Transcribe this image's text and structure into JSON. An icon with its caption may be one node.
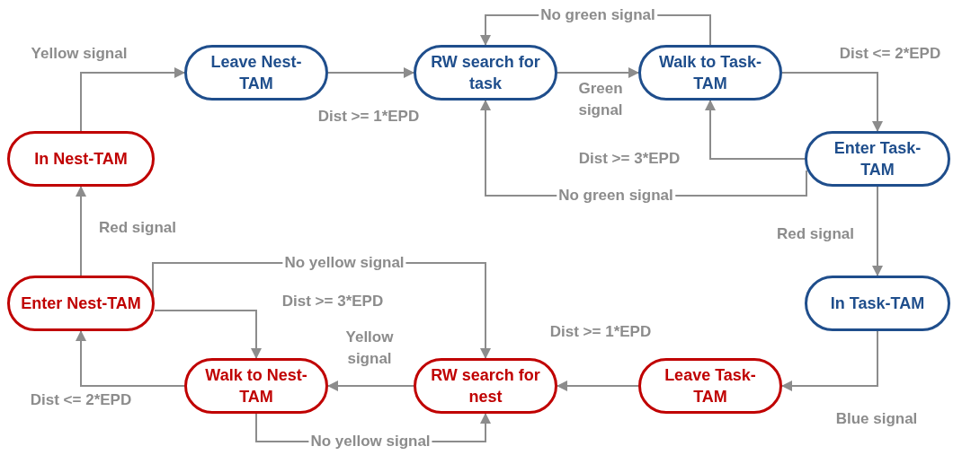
{
  "diagram": {
    "nodes": [
      {
        "text": [
          "Leave Nest-TAM"
        ]
      },
      {
        "text": [
          "RW search for task"
        ]
      },
      {
        "text": [
          "Walk to Task-TAM"
        ]
      },
      {
        "text": [
          "In Nest-TAM"
        ]
      },
      {
        "text": [
          "Enter Task-TAM"
        ]
      },
      {
        "text": [
          "Enter Nest-TAM"
        ]
      },
      {
        "text": [
          "In Task-TAM"
        ]
      },
      {
        "text": [
          "Walk to Nest-TAM"
        ]
      },
      {
        "text": [
          "RW search for nest"
        ]
      },
      {
        "text": [
          "Leave Task-TAM"
        ]
      }
    ],
    "edges": [
      {
        "from": 3,
        "to": 0,
        "arrow": "to",
        "label": "Yellow signal"
      },
      {
        "from": 0,
        "to": 1,
        "arrow": "to",
        "label": "Dist >= 1*EPD"
      },
      {
        "from": 1,
        "to": 2,
        "arrow": "to",
        "label": "Green signal"
      },
      {
        "from": 2,
        "to": 1,
        "arrow": "to",
        "label": "No green signal"
      },
      {
        "from": 2,
        "to": 4,
        "arrow": "to",
        "label": "Dist <= 2*EPD"
      },
      {
        "from": 4,
        "to": 2,
        "arrow": "to",
        "label": "Dist >= 3*EPD"
      },
      {
        "from": 4,
        "to": 1,
        "arrow": "to",
        "label": "No green signal"
      },
      {
        "from": 4,
        "to": 6,
        "arrow": "to",
        "label": "Red signal"
      },
      {
        "from": 6,
        "to": 9,
        "arrow": "to",
        "label": "Blue signal"
      },
      {
        "from": 9,
        "to": 8,
        "arrow": "to",
        "label": "Dist >= 1*EPD"
      },
      {
        "from": 8,
        "to": 7,
        "arrow": "to",
        "label": "Yellow signal"
      },
      {
        "from": 7,
        "to": 8,
        "arrow": "to",
        "label": "No yellow signal"
      },
      {
        "from": 7,
        "to": 5,
        "arrow": "to",
        "label": "Dist <= 2*EPD"
      },
      {
        "from": 5,
        "to": 7,
        "arrow": "to",
        "label": "Dist >= 3*EPD"
      },
      {
        "from": 5,
        "to": 8,
        "arrow": "to",
        "label": "No yellow signal"
      },
      {
        "from": 5,
        "to": 3,
        "arrow": "to",
        "label": "Red signal"
      }
    ]
  }
}
